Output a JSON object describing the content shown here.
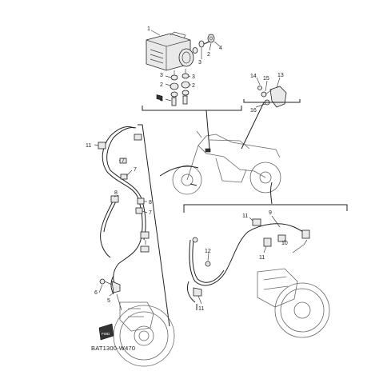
{
  "diagram": {
    "code": "BAT1300-W470",
    "fwd_label": "FWD",
    "callouts": [
      {
        "id": "c1",
        "text": "1"
      },
      {
        "id": "c2a",
        "text": "2"
      },
      {
        "id": "c3a",
        "text": "3"
      },
      {
        "id": "c4a",
        "text": "4"
      },
      {
        "id": "c3b",
        "text": "3"
      },
      {
        "id": "c2b",
        "text": "2"
      },
      {
        "id": "c3c",
        "text": "3"
      },
      {
        "id": "c2c",
        "text": "2"
      },
      {
        "id": "c4b",
        "text": "4"
      },
      {
        "id": "c14",
        "text": "14"
      },
      {
        "id": "c15",
        "text": "15"
      },
      {
        "id": "c13",
        "text": "13"
      },
      {
        "id": "c16",
        "text": "16"
      },
      {
        "id": "c11a",
        "text": "11"
      },
      {
        "id": "c7a",
        "text": "7"
      },
      {
        "id": "c7b",
        "text": "7"
      },
      {
        "id": "c8a",
        "text": "8"
      },
      {
        "id": "c8b",
        "text": "8"
      },
      {
        "id": "c7c",
        "text": "7"
      },
      {
        "id": "c6",
        "text": "6"
      },
      {
        "id": "c5",
        "text": "5"
      },
      {
        "id": "c11b",
        "text": "11"
      },
      {
        "id": "c9",
        "text": "9"
      },
      {
        "id": "c10",
        "text": "10"
      },
      {
        "id": "c11c",
        "text": "11"
      },
      {
        "id": "c12",
        "text": "12"
      },
      {
        "id": "c11d",
        "text": "11"
      }
    ]
  }
}
